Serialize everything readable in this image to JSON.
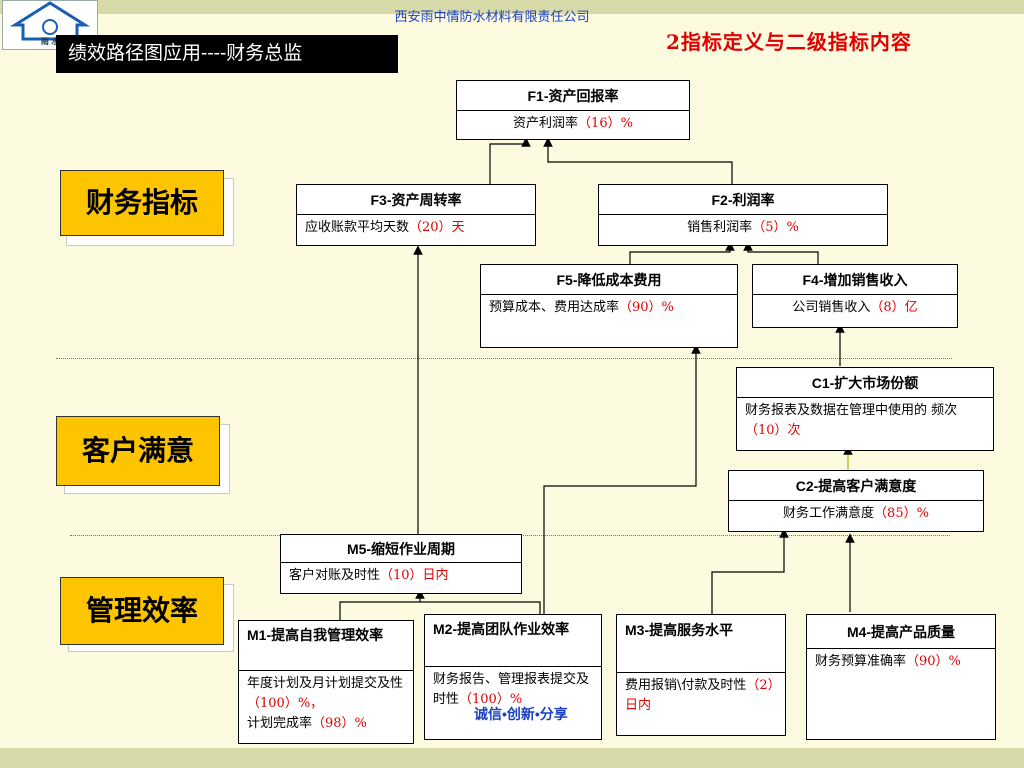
{
  "company": "西安雨中情防水材料有限责任公司",
  "slide_title": "2指标定义与二级指标内容",
  "subtitle": "绩效路径图应用----财务总监",
  "logo_text": "雨  水",
  "slogan": "诚信•创新•分享",
  "categories": {
    "finance": "财务指标",
    "customer": "客户满意",
    "management": "管理效率"
  },
  "boxes": {
    "F1": {
      "title": "F1-资产回报率",
      "metric": "资产利润率",
      "value": "（16）%"
    },
    "F3": {
      "title": "F3-资产周转率",
      "metric": "应收账款平均天数",
      "value": "（20）天"
    },
    "F2": {
      "title": "F2-利润率",
      "metric": "销售利润率",
      "value": "（5）%"
    },
    "F5": {
      "title": "F5-降低成本费用",
      "metric": "预算成本、费用达成率",
      "value": "（90）%"
    },
    "F4": {
      "title": "F4-增加销售收入",
      "metric": "公司销售收入",
      "value": "（8）亿"
    },
    "C1": {
      "title": "C1-扩大市场份额",
      "metric": "财务报表及数据在管理中使用的 频次",
      "value": "（10）次"
    },
    "C2": {
      "title": "C2-提高客户满意度",
      "metric": "财务工作满意度",
      "value": "（85）%"
    },
    "M5": {
      "title": "M5-缩短作业周期",
      "metric": "客户对账及时性",
      "value": "（10）日内"
    },
    "M1": {
      "title": "M1-提高自我管理效率",
      "metric": "年度计划及月计划提交及性",
      "value": "（100）%，",
      "metric2": "计划完成率",
      "value2": "（98）%"
    },
    "M2": {
      "title": "M2-提高团队作业效率",
      "metric": "财务报告、管理报表提交及时性",
      "value": "（100）%"
    },
    "M3": {
      "title": "M3-提高服务水平",
      "metric": "费用报销\\付款及时性",
      "value": "（2）日内"
    },
    "M4": {
      "title": "M4-提高产品质量",
      "metric": "财务预算准确率",
      "value": "（90）%"
    }
  }
}
